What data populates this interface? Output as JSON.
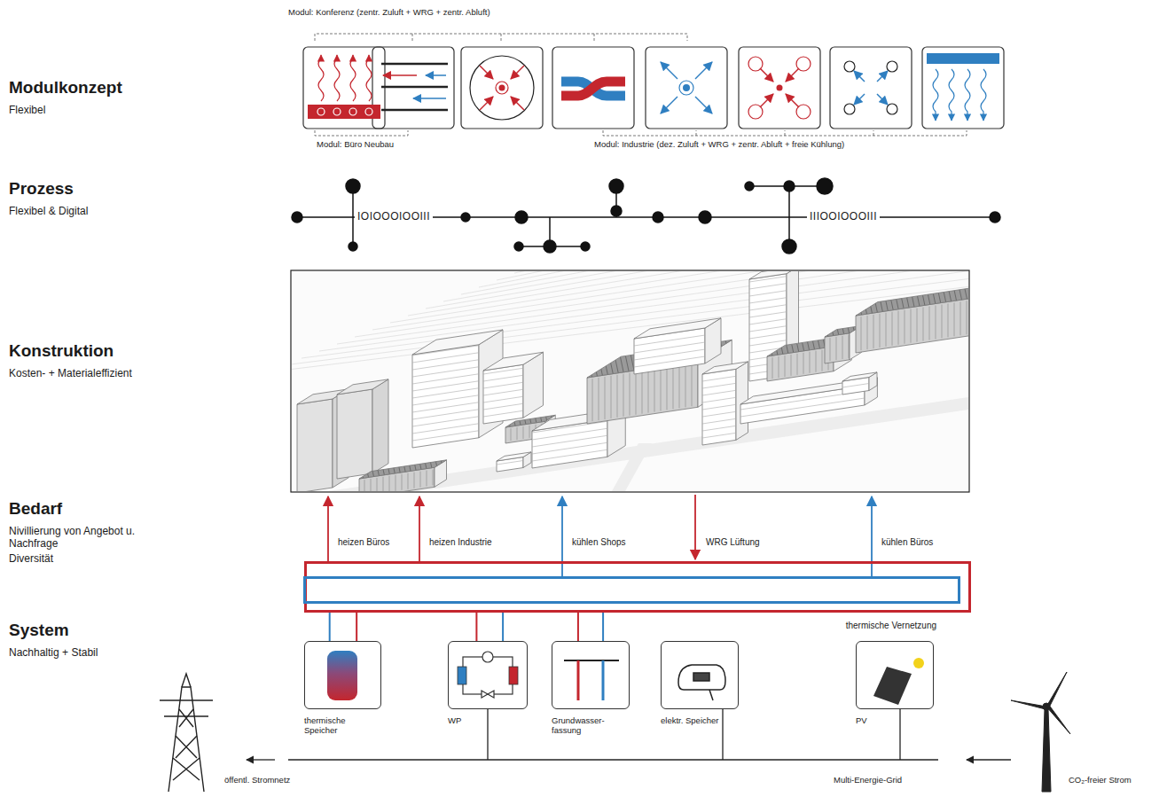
{
  "diagram": {
    "nodes": [
      {
        "text": [
          "thermische Vernetzung"
        ]
      },
      {
        "text": [
          "thermische Speicher"
        ]
      },
      {
        "text": [
          "WP"
        ]
      },
      {
        "text": [
          "Grundwasser- fassung"
        ]
      },
      {
        "text": [
          "elektr. Speicher"
        ]
      },
      {
        "text": [
          "PV"
        ]
      }
    ],
    "edges": [
      {
        "from": 0,
        "to": 1,
        "arrow": "none"
      },
      {
        "from": 0,
        "to": 1,
        "arrow": "none"
      },
      {
        "from": 0,
        "to": 2,
        "arrow": "none"
      },
      {
        "from": 0,
        "to": 2,
        "arrow": "none"
      },
      {
        "from": 0,
        "to": 3,
        "arrow": "none"
      },
      {
        "from": 0,
        "to": 3,
        "arrow": "none"
      }
    ],
    "labels": [
      "Modulkonzept",
      "Flexibel",
      "Prozess",
      "Flexibel & Digital",
      "Konstruktion",
      "Kosten- + Materialeffizient",
      "Bedarf",
      "Nivillierung von Angebot u. Nachfrage",
      "Diversität",
      "System",
      "Nachhaltig + Stabil",
      "Modul: Konferenz (zentr. Zuluft + WRG + zentr. Abluft)",
      "Modul: Büro Neubau",
      "Modul: Industrie (dez. Zuluft + WRG + zentr. Abluft + freie Kühlung)",
      "IOIOOOIOOIII",
      "IIIOOIOOOIII",
      "heizen Büros",
      "heizen Industrie",
      "kühlen Shops",
      "WRG Lüftung",
      "kühlen Büros",
      "öffentl. Stromnetz",
      "Multi-Energie-Grid",
      "CO₂-freier Strom"
    ]
  }
}
